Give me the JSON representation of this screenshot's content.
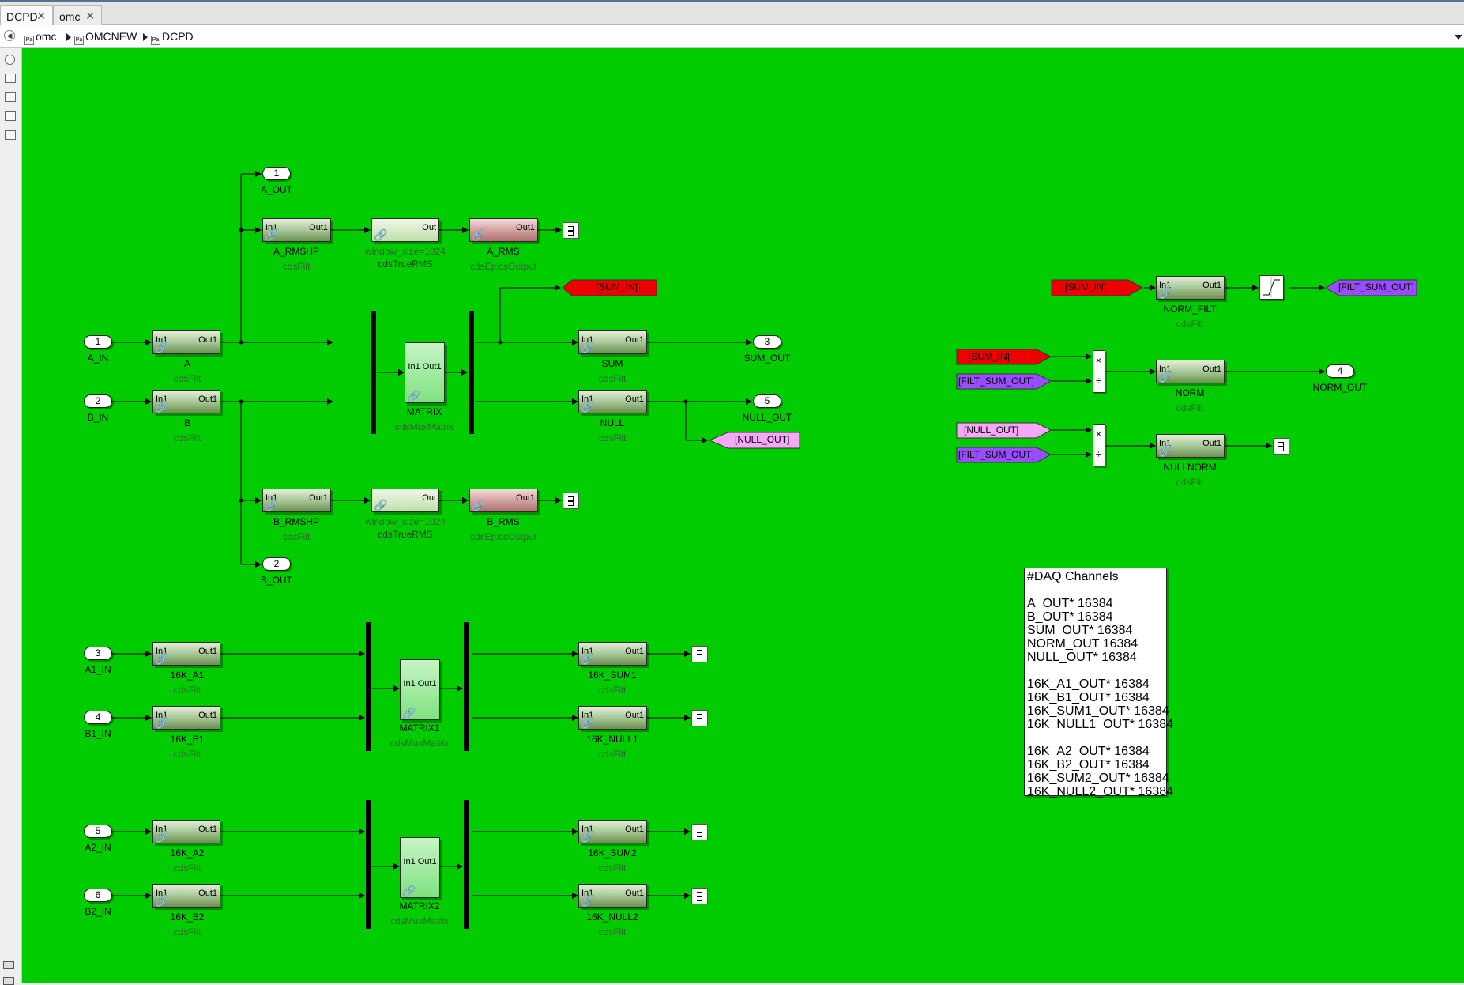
{
  "tabs": [
    {
      "label": "DCPD",
      "active": true
    },
    {
      "label": "omc",
      "active": false
    }
  ],
  "breadcrumb": [
    "omc",
    "OMCNEW",
    "DCPD"
  ],
  "toolbar_icons": [
    "zoom-in-icon",
    "fit-to-view-icon",
    "annotation-icon",
    "image-icon",
    "area-icon"
  ],
  "colors": {
    "canvas": "#00cc00",
    "goto_red": "#ee0000",
    "goto_purple": "#9a4dff",
    "from_pink": "#f7a7f7"
  },
  "ports": {
    "in1": {
      "num": "1",
      "name": "A_IN"
    },
    "in2": {
      "num": "2",
      "name": "B_IN"
    },
    "in3": {
      "num": "3",
      "name": "A1_IN"
    },
    "in4": {
      "num": "4",
      "name": "B1_IN"
    },
    "in5": {
      "num": "5",
      "name": "A2_IN"
    },
    "in6": {
      "num": "6",
      "name": "B2_IN"
    },
    "out_a": {
      "num": "1",
      "name": "A_OUT"
    },
    "out_b": {
      "num": "2",
      "name": "B_OUT"
    },
    "out_sum": {
      "num": "3",
      "name": "SUM_OUT"
    },
    "out_norm": {
      "num": "4",
      "name": "NORM_OUT"
    },
    "out_null": {
      "num": "5",
      "name": "NULL_OUT"
    }
  },
  "ports_text": {
    "in": "In1",
    "out": "Out1",
    "out_plain": "Out"
  },
  "blocks": {
    "A": {
      "name": "A",
      "lib": "cdsFilt"
    },
    "B": {
      "name": "B",
      "lib": "cdsFilt"
    },
    "A_RMSHP": {
      "name": "A_RMSHP",
      "lib": "cdsFilt"
    },
    "B_RMSHP": {
      "name": "B_RMSHP",
      "lib": "cdsFilt"
    },
    "A_TRMS": {
      "name": "window_size=1024",
      "lib": "cdsTrueRMS"
    },
    "B_TRMS": {
      "name": "window_size=1024",
      "lib": "cdsTrueRMS"
    },
    "A_RMS": {
      "name": "A_RMS",
      "lib": "cdsEpicsOutput"
    },
    "B_RMS": {
      "name": "B_RMS",
      "lib": "cdsEpicsOutput"
    },
    "MATRIX": {
      "name": "MATRIX",
      "lib": "cdsMuxMatrix"
    },
    "SUM": {
      "name": "SUM",
      "lib": "cdsFilt"
    },
    "NULL": {
      "name": "NULL",
      "lib": "cdsFilt"
    },
    "K16_A1": {
      "name": "16K_A1",
      "lib": "cdsFilt"
    },
    "K16_B1": {
      "name": "16K_B1",
      "lib": "cdsFilt"
    },
    "MATRIX1": {
      "name": "MATRIX1",
      "lib": "cdsMuxMatrix"
    },
    "K16_SUM1": {
      "name": "16K_SUM1",
      "lib": "cdsFilt"
    },
    "K16_NULL1": {
      "name": "16K_NULL1",
      "lib": "cdsFilt"
    },
    "K16_A2": {
      "name": "16K_A2",
      "lib": "cdsFilt"
    },
    "K16_B2": {
      "name": "16K_B2",
      "lib": "cdsFilt"
    },
    "MATRIX2": {
      "name": "MATRIX2",
      "lib": "cdsMuxMatrix"
    },
    "K16_SUM2": {
      "name": "16K_SUM2",
      "lib": "cdsFilt"
    },
    "K16_NULL2": {
      "name": "16K_NULL2",
      "lib": "cdsFilt"
    },
    "NORM_FILT": {
      "name": "NORM_FILT",
      "lib": "cdsFilt"
    },
    "NORM": {
      "name": "NORM",
      "lib": "cdsFilt"
    },
    "NULLNORM": {
      "name": "NULLNORM",
      "lib": "cdsFilt"
    }
  },
  "tags": {
    "goto_sum_in": "[SUM_IN]",
    "from_null_out": "[NULL_OUT]",
    "from_sum_in_1": "[SUM_IN]",
    "goto_filt_sum_out": "[FILT_SUM_OUT]",
    "from_sum_in_2": "[SUM_IN]",
    "from_filt_sum_out_1": "[FILT_SUM_OUT]",
    "from_null_out_2": "[NULL_OUT]",
    "from_filt_sum_out_2": "[FILT_SUM_OUT]"
  },
  "product_signs": {
    "mul": "×",
    "div": "÷"
  },
  "daq_note": [
    "#DAQ Channels",
    "",
    "A_OUT* 16384",
    "B_OUT* 16384",
    "SUM_OUT* 16384",
    "NORM_OUT 16384",
    "NULL_OUT* 16384",
    "",
    "16K_A1_OUT* 16384",
    "16K_B1_OUT* 16384",
    "16K_SUM1_OUT* 16384",
    "16K_NULL1_OUT* 16384",
    "",
    "16K_A2_OUT* 16384",
    "16K_B2_OUT* 16384",
    "16K_SUM2_OUT* 16384",
    "16K_NULL2_OUT* 16384"
  ]
}
